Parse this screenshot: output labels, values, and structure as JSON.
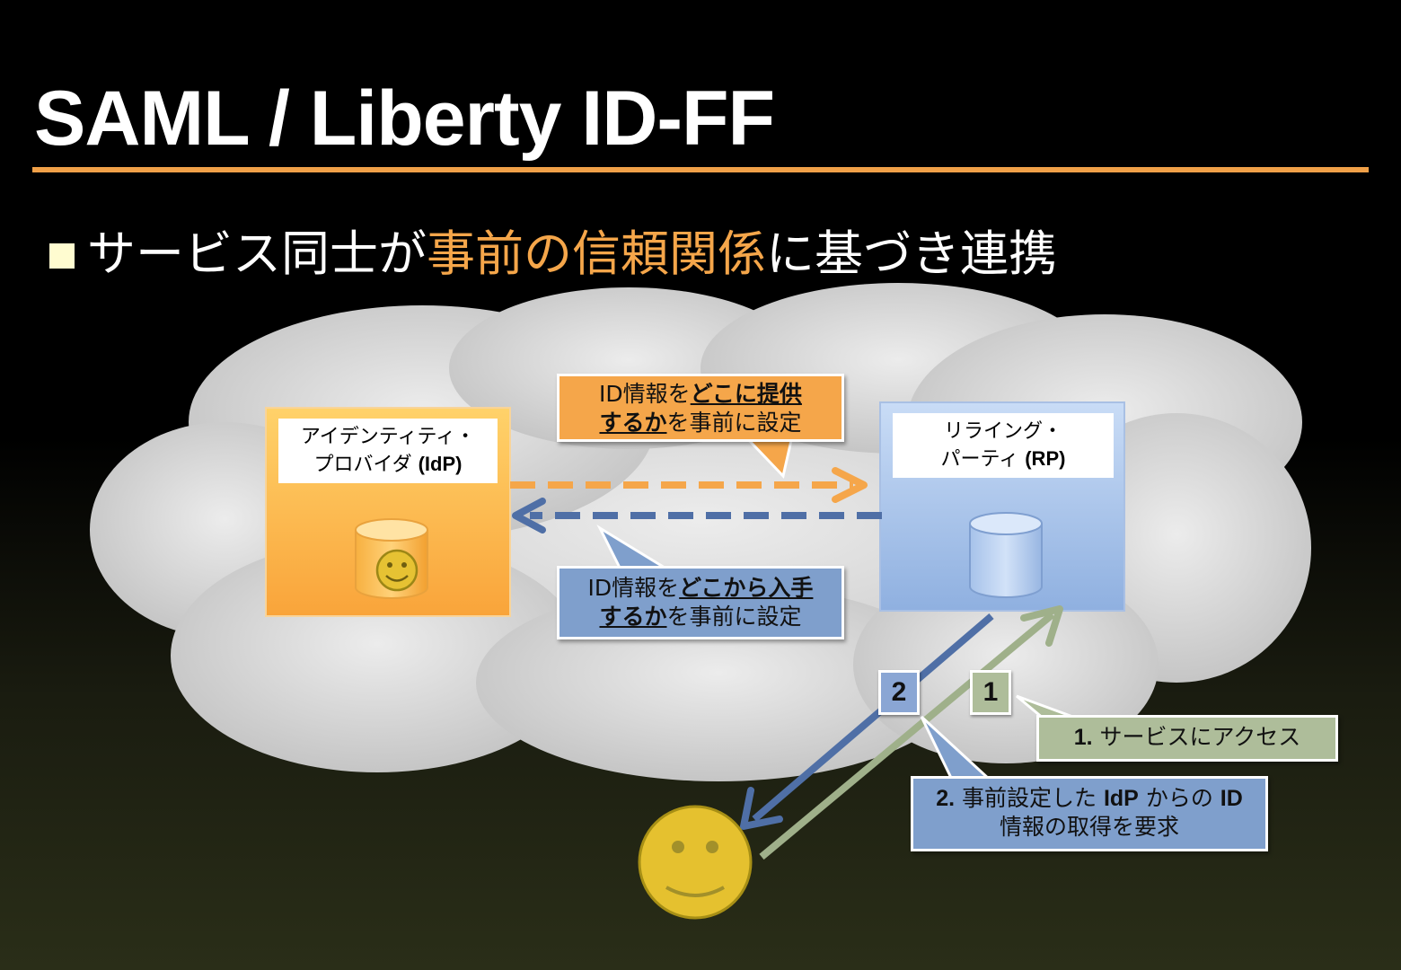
{
  "title": "SAML / Liberty ID-FF",
  "bullet": {
    "before": "サービス同士が",
    "highlight": "事前の信頼関係",
    "after": "に基づき連携"
  },
  "idp": {
    "label_line1": "アイデンティティ・",
    "label_line2a": "プロバイダ ",
    "label_line2b": "(IdP)"
  },
  "rp": {
    "label_line1": "リライング・",
    "label_line2a": "パーティ ",
    "label_line2b": "(RP)"
  },
  "callout_top": {
    "l1_plain": "ID情報を",
    "l1_under": "どこに提供",
    "l2_under": "するか",
    "l2_plain": "を事前に設定"
  },
  "callout_bottom": {
    "l1_plain": "ID情報を",
    "l1_under": "どこから入手",
    "l2_under": "するか",
    "l2_plain": "を事前に設定"
  },
  "badges": {
    "step1": "1",
    "step2": "2"
  },
  "step1_note": {
    "num": "1.",
    "text": " サービスにアクセス"
  },
  "step2_note": {
    "num": "2.",
    "t1": " 事前設定した ",
    "idp": "IdP",
    "t2": " からの ",
    "id": "ID",
    "line2": "情報の取得を要求"
  },
  "colors": {
    "orange": "#f5a64a",
    "blue": "#4f6fa6",
    "green_gray": "#9fb08a",
    "cloud": "#d4d4d4",
    "accent_rule": "#f0a048"
  }
}
